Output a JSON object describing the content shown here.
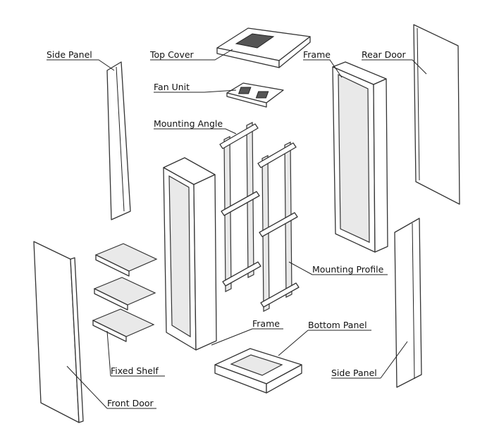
{
  "title": "Server cabinet exploded view",
  "labels": {
    "side_panel_left": "Side Panel",
    "top_cover": "Top Cover",
    "frame_rear": "Frame",
    "rear_door": "Rear Door",
    "fan_unit": "Fan Unit",
    "mounting_angle": "Mounting Angle",
    "mounting_profile": "Mounting Profile",
    "frame_front": "Frame",
    "bottom_panel": "Bottom Panel",
    "fixed_shelf": "Fixed Shelf",
    "front_door": "Front Door",
    "side_panel_right": "Side Panel"
  }
}
